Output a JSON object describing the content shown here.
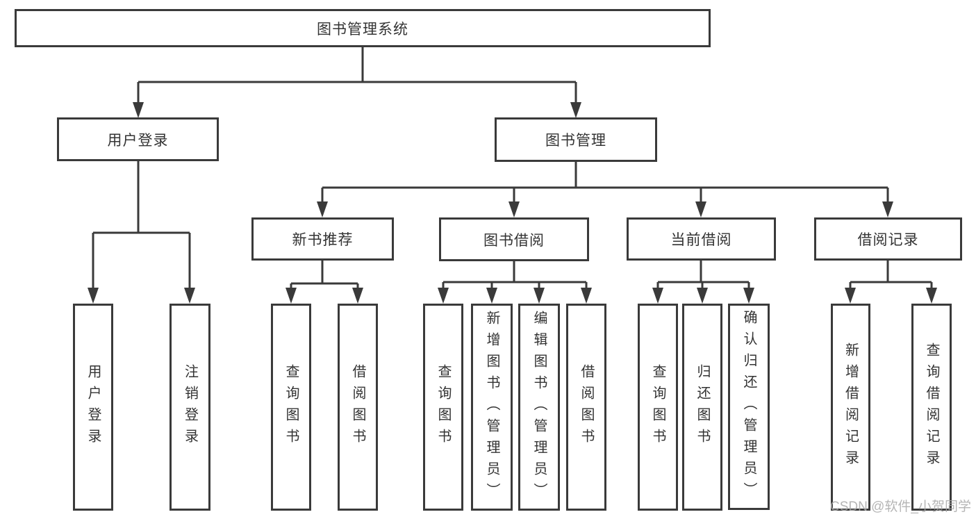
{
  "diagram_title": "图书管理系统",
  "colors": {
    "line": "#3a3a3a",
    "text": "#333333",
    "box_background": "#ffffff",
    "watermark": "#a8a8a8"
  },
  "tree": {
    "root": {
      "label": "图书管理系统",
      "children": [
        {
          "label": "用户登录",
          "children": [
            {
              "label": "用户登录"
            },
            {
              "label": "注销登录"
            }
          ]
        },
        {
          "label": "图书管理",
          "children": [
            {
              "label": "新书推荐",
              "children": [
                {
                  "label": "查询图书"
                },
                {
                  "label": "借阅图书"
                }
              ]
            },
            {
              "label": "图书借阅",
              "children": [
                {
                  "label": "查询图书"
                },
                {
                  "label": "新增图书（管理员）"
                },
                {
                  "label": "编辑图书（管理员）"
                },
                {
                  "label": "借阅图书"
                }
              ]
            },
            {
              "label": "当前借阅",
              "children": [
                {
                  "label": "查询图书"
                },
                {
                  "label": "归还图书"
                },
                {
                  "label": "确认归还（管理员）"
                }
              ]
            },
            {
              "label": "借阅记录",
              "children": [
                {
                  "label": "新增借阅记录"
                },
                {
                  "label": "查询借阅记录"
                }
              ]
            }
          ]
        }
      ]
    }
  },
  "watermark": {
    "text": "CSDN @软件_小贺同学"
  }
}
